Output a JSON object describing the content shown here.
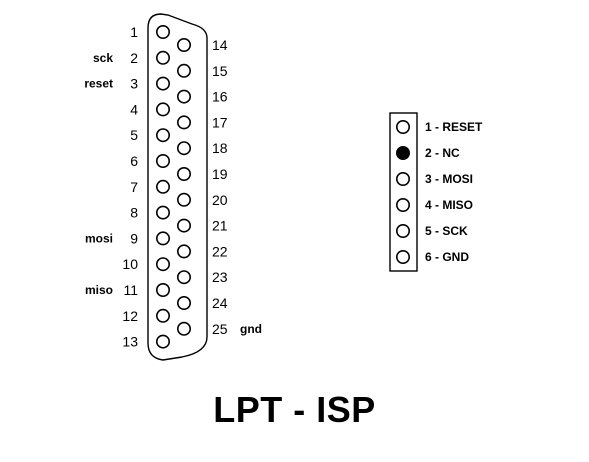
{
  "title": "LPT - ISP",
  "lpt_connector": {
    "pins": [
      {
        "number": "1",
        "signal": ""
      },
      {
        "number": "2",
        "signal": "sck"
      },
      {
        "number": "3",
        "signal": "reset"
      },
      {
        "number": "4",
        "signal": ""
      },
      {
        "number": "5",
        "signal": ""
      },
      {
        "number": "6",
        "signal": ""
      },
      {
        "number": "7",
        "signal": ""
      },
      {
        "number": "8",
        "signal": ""
      },
      {
        "number": "9",
        "signal": "mosi"
      },
      {
        "number": "10",
        "signal": ""
      },
      {
        "number": "11",
        "signal": "miso"
      },
      {
        "number": "12",
        "signal": ""
      },
      {
        "number": "13",
        "signal": ""
      },
      {
        "number": "14",
        "signal": ""
      },
      {
        "number": "15",
        "signal": ""
      },
      {
        "number": "16",
        "signal": ""
      },
      {
        "number": "17",
        "signal": ""
      },
      {
        "number": "18",
        "signal": ""
      },
      {
        "number": "19",
        "signal": ""
      },
      {
        "number": "20",
        "signal": ""
      },
      {
        "number": "21",
        "signal": ""
      },
      {
        "number": "22",
        "signal": ""
      },
      {
        "number": "23",
        "signal": ""
      },
      {
        "number": "24",
        "signal": ""
      },
      {
        "number": "25",
        "signal": "gnd"
      }
    ]
  },
  "isp_header": {
    "pins": [
      {
        "label": "1 - RESET",
        "filled": false
      },
      {
        "label": "2 - NC",
        "filled": true
      },
      {
        "label": "3 - MOSI",
        "filled": false
      },
      {
        "label": "4 - MISO",
        "filled": false
      },
      {
        "label": "5 - SCK",
        "filled": false
      },
      {
        "label": "6 - GND",
        "filled": false
      }
    ]
  }
}
